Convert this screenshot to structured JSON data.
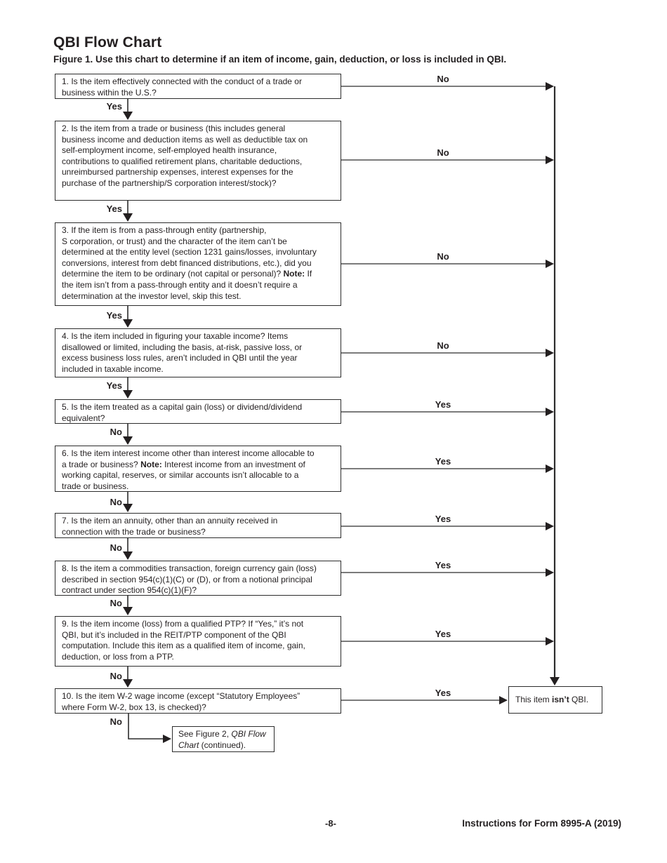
{
  "page": {
    "title": "QBI Flow Chart",
    "caption": "Figure 1. Use this chart to determine if an item of income, gain, deduction, or loss is included in QBI.",
    "footer": {
      "page_number": "-8-",
      "document_title": "Instructions for Form 8995-A (2019)"
    }
  },
  "colors": {
    "ink": "#231f20",
    "paper": "#ffffff"
  },
  "flowchart": {
    "boxes": [
      {
        "text": "1. Is the item effectively connected with the conduct of a trade or\nbusiness within the U.S.?"
      },
      {
        "text": "2. Is the item from a trade or business (this includes general\nbusiness income and deduction items as well as deductible tax on\nself-employment income, self-employed health insurance,\ncontributions to qualified retirement plans, charitable deductions,\nunreimbursed partnership expenses, interest expenses for the\npurchase of the partnership/S corporation interest/stock)?"
      },
      {
        "pre": "3. If the item is from a pass-through entity (partnership,\nS corporation, or trust) and the character of the item can’t be\ndetermined at the entity level (section 1231 gains/losses, involuntary\nconversions, interest from debt financed distributions, etc.), did you\ndetermine the item to be ordinary (not capital or personal)? ",
        "note_label": "Note:",
        "post": " If\nthe item isn’t from a pass-through entity and it doesn’t require a\ndetermination at the investor level, skip this test."
      },
      {
        "text": "4. Is the item included in figuring your taxable income? Items\ndisallowed or limited, including the basis, at-risk, passive loss, or\nexcess business loss rules, aren’t included in QBI until the year\nincluded in taxable income."
      },
      {
        "text": "5. Is the item treated as a capital gain (loss) or dividend/dividend\nequivalent?"
      },
      {
        "pre": "6. Is the item interest income other than interest income allocable to\na trade or business? ",
        "note_label": "Note:",
        "post": " Interest income from an investment of\nworking capital, reserves, or similar accounts isn’t allocable to a\ntrade or business."
      },
      {
        "text": "7. Is the item an annuity, other than an annuity received in\nconnection with the trade or business?"
      },
      {
        "text": "8. Is the item a commodities transaction, foreign currency gain (loss)\ndescribed in section 954(c)(1)(C) or (D), or from a notional principal\ncontract under section 954(c)(1)(F)?"
      },
      {
        "text": "9. Is the item income (loss) from a qualified PTP? If “Yes,” it’s not\nQBI, but it’s included in the REIT/PTP component of the QBI\ncomputation. Include this item as a qualified item of income, gain,\ndeduction, or loss from a PTP."
      },
      {
        "text": "10. Is the item W-2 wage income (except “Statutory Employees”\nwhere Form W-2, box 13, is checked)?"
      }
    ],
    "branch_labels": {
      "down": [
        "Yes",
        "Yes",
        "Yes",
        "Yes",
        "No",
        "No",
        "No",
        "No",
        "No",
        "No"
      ],
      "right": [
        "No",
        "No",
        "No",
        "No",
        "Yes",
        "Yes",
        "Yes",
        "Yes",
        "Yes",
        "Yes"
      ]
    },
    "terminals": {
      "not_qbi": {
        "pre": "This item ",
        "bold": "isn’t",
        "post": " QBI."
      },
      "see_figure_2": {
        "pre": "See Figure 2, ",
        "italic": "QBI Flow\nChart",
        "post": " (continued)."
      }
    }
  }
}
